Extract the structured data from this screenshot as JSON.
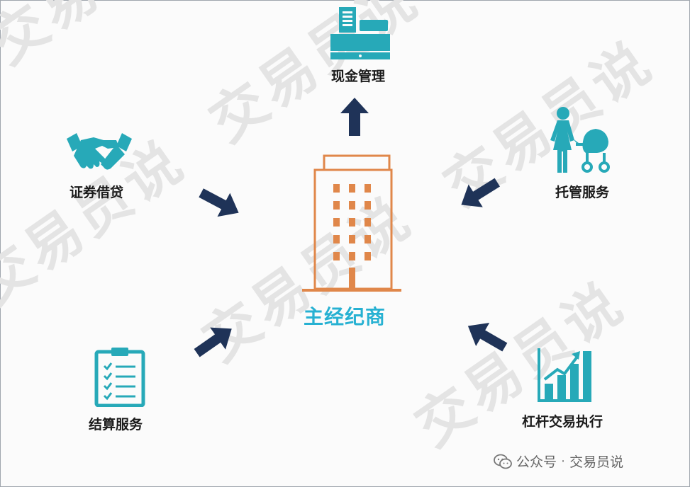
{
  "watermark": "交易员说",
  "center": {
    "label": "主经纪商"
  },
  "nodes": {
    "cash_management": "现金管理",
    "securities_lending": "证券借贷",
    "custody_services": "托管服务",
    "clearing_services": "结算服务",
    "leverage_execution": "杠杆交易执行"
  },
  "footer": {
    "account": "公众号",
    "separator": "·",
    "name": "交易员说"
  },
  "colors": {
    "teal": "#27a9b8",
    "building": "#e0874a",
    "arrow": "#1f3358",
    "center_text": "#27b1d2"
  }
}
